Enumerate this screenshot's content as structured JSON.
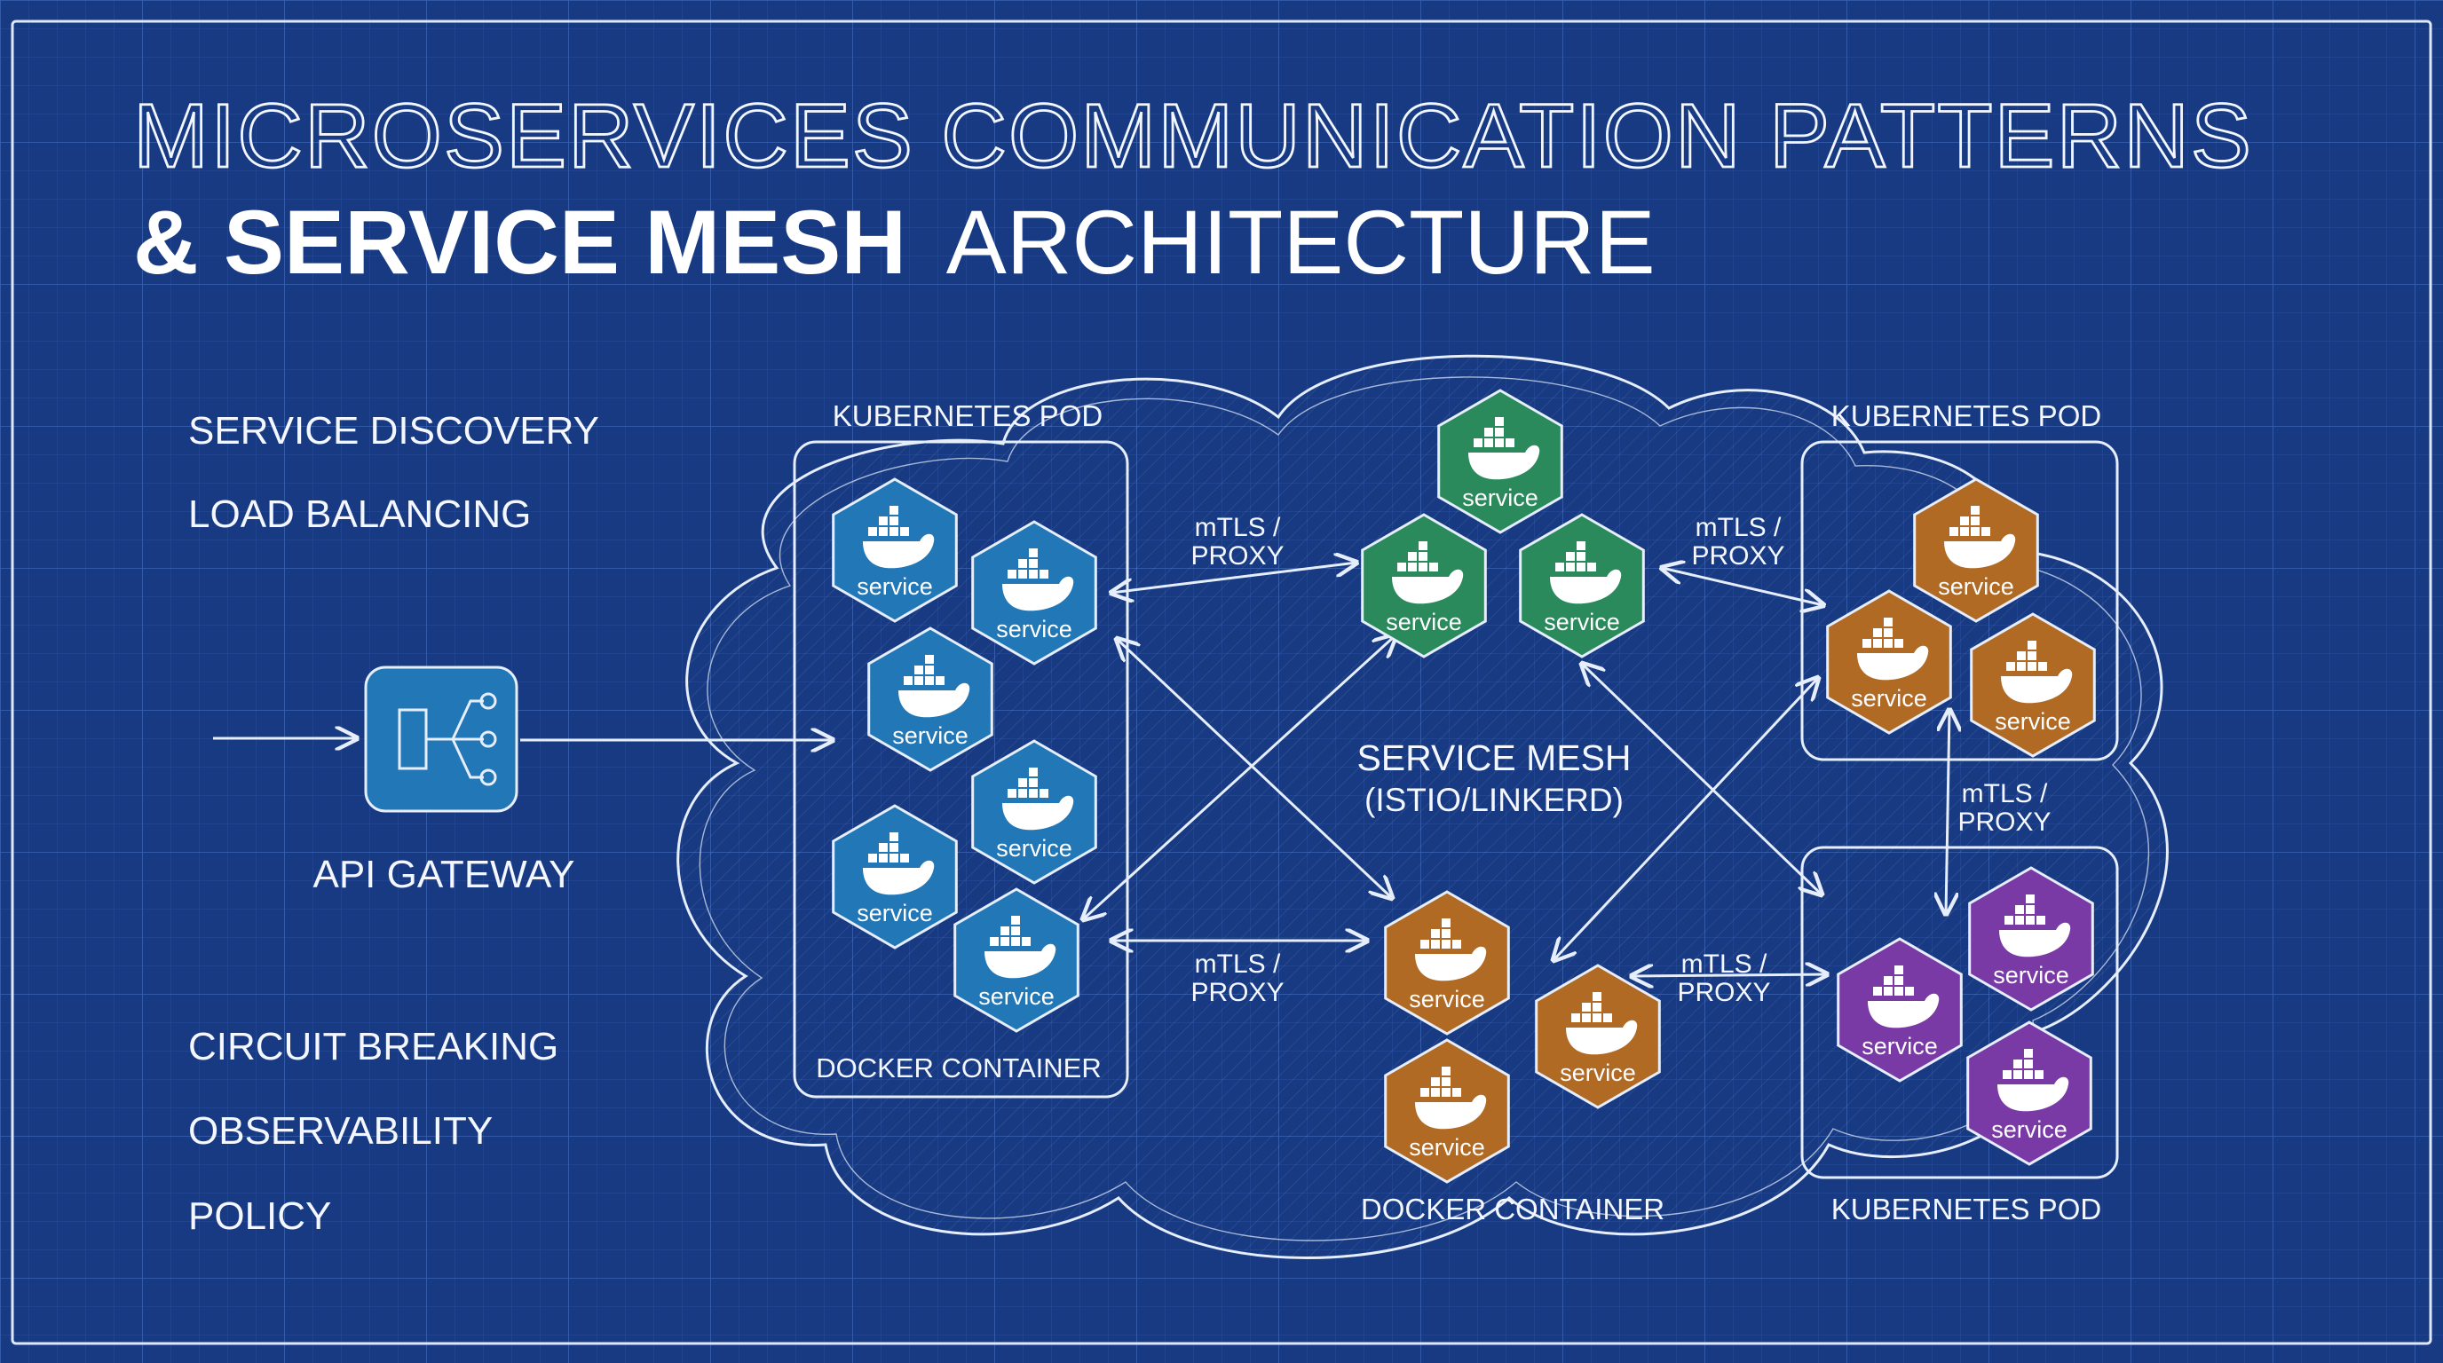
{
  "title": {
    "line1": "MICROSERVICES COMMUNICATION PATTERNS",
    "line2_bold": "& SERVICE MESH",
    "line2_light": "ARCHITECTURE"
  },
  "features_top": [
    "SERVICE DISCOVERY",
    "LOAD BALANCING"
  ],
  "features_bottom": [
    "CIRCUIT BREAKING",
    "OBSERVABILITY",
    "POLICY"
  ],
  "gateway": {
    "label": "API GATEWAY",
    "icon": "api-gateway-icon"
  },
  "mesh": {
    "line1": "SERVICE MESH",
    "line2": "(ISTIO/LINKERD)"
  },
  "pod_labels": {
    "left_top": "KUBERNETES POD",
    "right_top": "KUBERNETES POD",
    "right_bottom": "KUBERNETES POD"
  },
  "container_labels": {
    "left": "DOCKER CONTAINER",
    "center": "DOCKER CONTAINER"
  },
  "mtls": {
    "a": [
      "mTLS /",
      "PROXY"
    ],
    "b": [
      "mTLS /",
      "PROXY"
    ],
    "c": [
      "mTLS /",
      "PROXY"
    ],
    "d": [
      "mTLS /",
      "PROXY"
    ],
    "e": [
      "mTLS /",
      "PROXY"
    ]
  },
  "service_label": "service",
  "service_icon": "docker-whale-icon",
  "colors": {
    "background": "#173a82",
    "grid": "#2c56a8",
    "line": "#e6eefc",
    "blue_service": "#2277b6",
    "green_service": "#2a8a5c",
    "orange_service": "#b06a24",
    "purple_service": "#7a3aa6"
  }
}
